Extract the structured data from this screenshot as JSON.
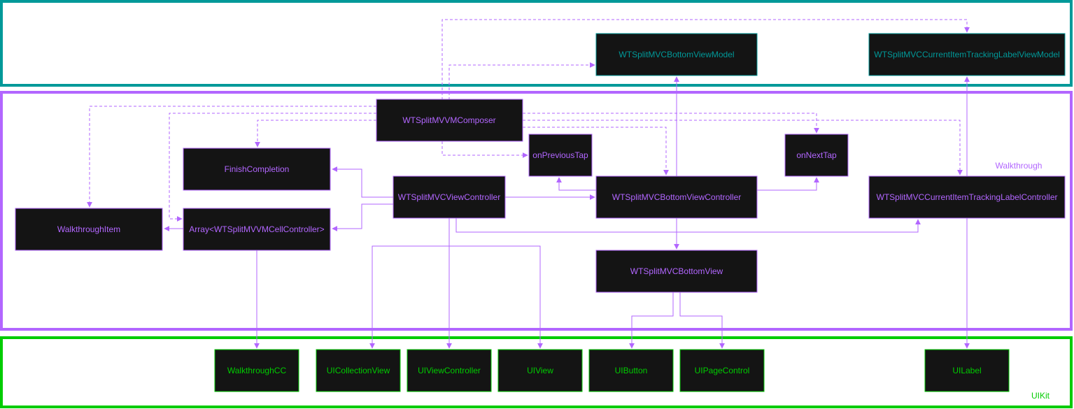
{
  "colors": {
    "viewmodel": "#009999",
    "walkthrough": "#b266ff",
    "uikit": "#00cc00",
    "node_fill": "#141414",
    "edge": "#b266ff"
  },
  "groups": {
    "viewmodel": {
      "label": ""
    },
    "walkthrough": {
      "label": "Walkthrough"
    },
    "uikit": {
      "label": "UIKit"
    }
  },
  "nodes": {
    "bottom_view_model": "WTSplitMVCBottomViewModel",
    "tracking_label_view_model": "WTSplitMVCCurrentItemTrackingLabelViewModel",
    "composer": "WTSplitMVVMComposer",
    "finish_completion": "FinishCompletion",
    "on_previous_tap": "onPreviousTap",
    "on_next_tap": "onNextTap",
    "view_controller": "WTSplitMVCViewController",
    "bottom_view_controller": "WTSplitMVCBottomViewController",
    "tracking_label_controller": "WTSplitMVCCurrentItemTrackingLabelController",
    "walkthrough_item": "WalkthroughItem",
    "cell_controller_array": "Array<WTSplitMVVMCellController>",
    "bottom_view": "WTSplitMVCBottomView",
    "walkthrough_cc": "WalkthroughCC",
    "ui_collection_view": "UICollectionView",
    "ui_view_controller": "UIViewController",
    "ui_view": "UIView",
    "ui_button": "UIButton",
    "ui_page_control": "UIPageControl",
    "ui_label": "UILabel"
  }
}
